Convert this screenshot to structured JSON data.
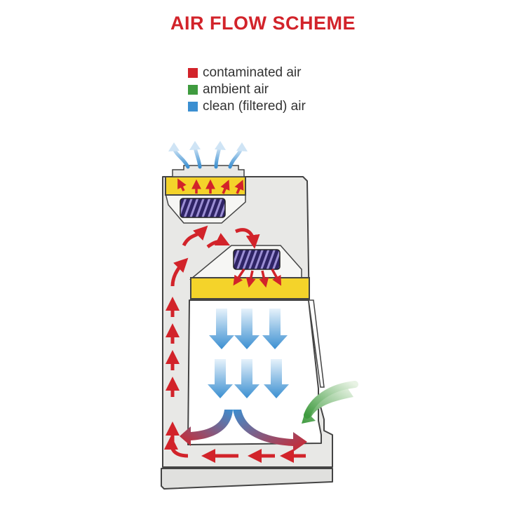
{
  "title": "AIR FLOW SCHEME",
  "legend": [
    {
      "label": "contaminated air",
      "color": "#d2232a"
    },
    {
      "label": "ambient air",
      "color": "#3f9b3f"
    },
    {
      "label": "clean (filtered) air",
      "color": "#3b8fd1"
    }
  ],
  "colors": {
    "cabinet": "#e8e8e6",
    "outline": "#444444",
    "filter_housing": "#f4d32a",
    "filter_media": "#4a3a8c"
  }
}
